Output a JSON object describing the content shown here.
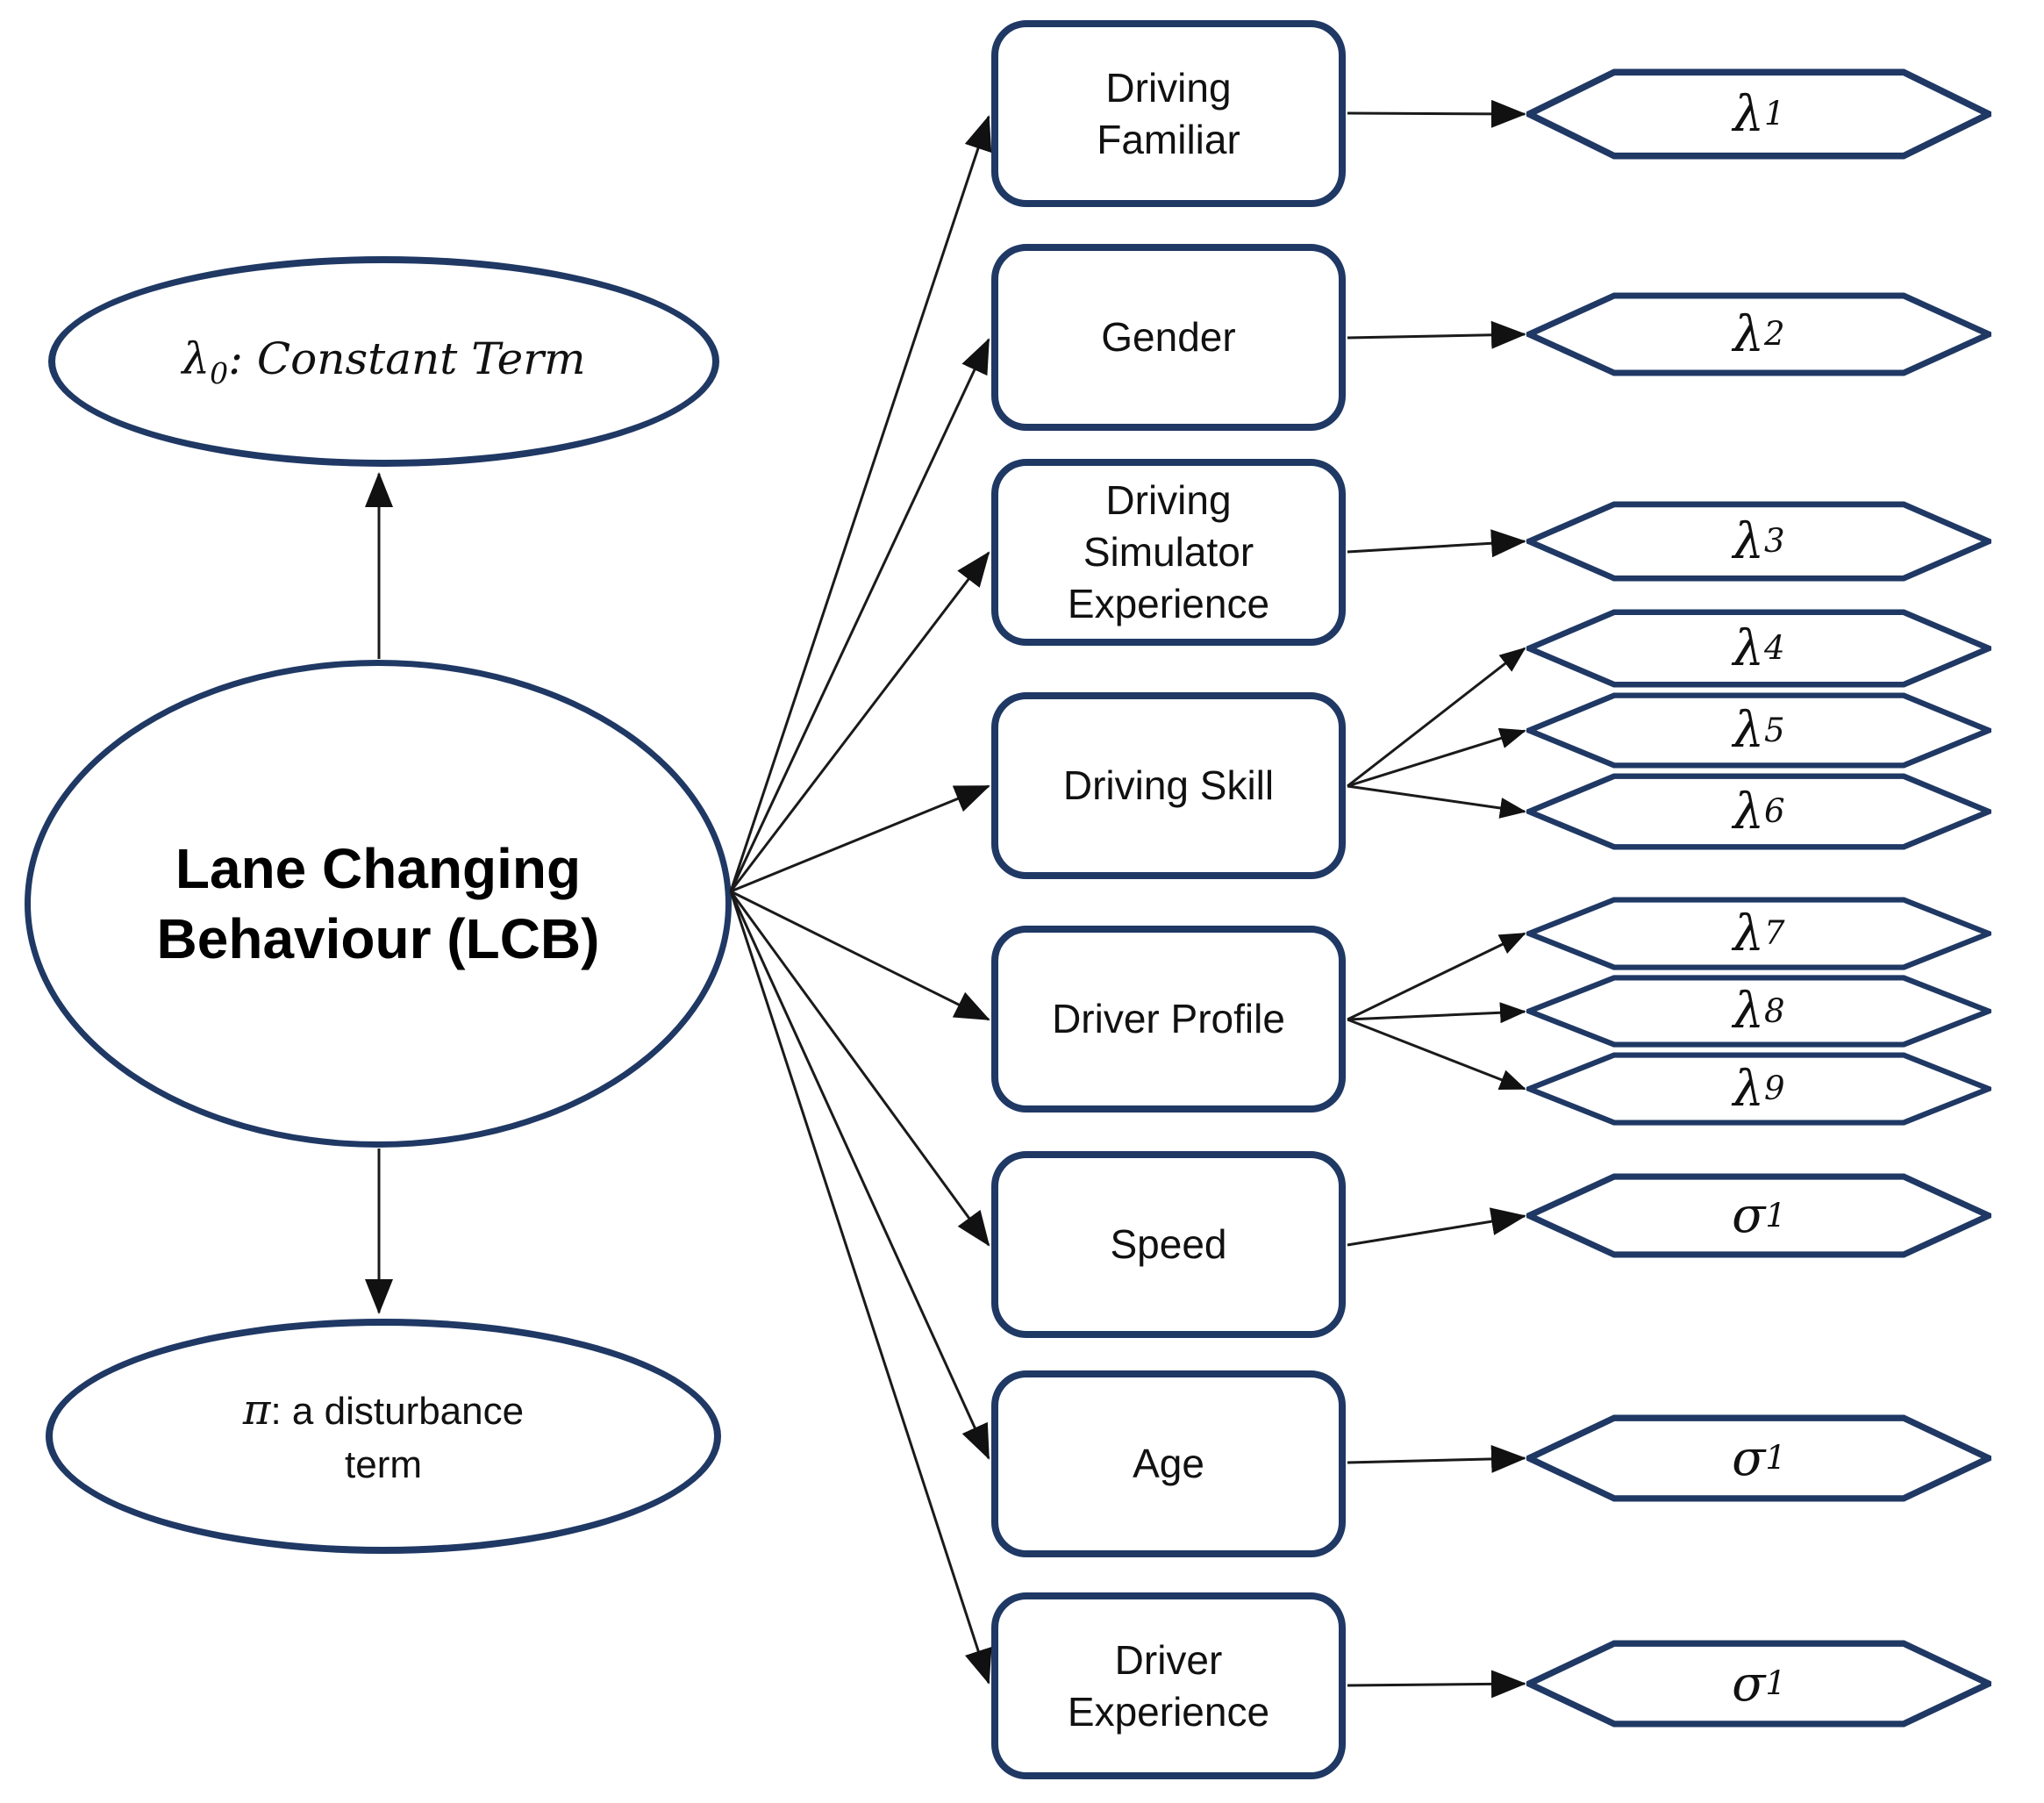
{
  "colors": {
    "node_border": "#1f3864",
    "arrow": "#1a1a1a",
    "background": "#ffffff",
    "text": "#000000"
  },
  "latent_nodes": {
    "constant_term": {
      "symbol": "λ",
      "sub": "0",
      "text": ": Constant Term"
    },
    "lcb": {
      "label": "Lane Changing Behaviour (LCB)"
    },
    "disturbance": {
      "symbol": "π",
      "text": ": a disturbance term"
    }
  },
  "observed_variables": [
    {
      "label": "Driving Familiar"
    },
    {
      "label": "Gender"
    },
    {
      "label": "Driving Simulator Experience"
    },
    {
      "label": "Driving Skill"
    },
    {
      "label": "Driver Profile"
    },
    {
      "label": "Speed"
    },
    {
      "label": "Age"
    },
    {
      "label": "Driver Experience"
    }
  ],
  "parameters": [
    {
      "symbol": "λ",
      "sub": "1",
      "source": "Driving Familiar"
    },
    {
      "symbol": "λ",
      "sub": "2",
      "source": "Gender"
    },
    {
      "symbol": "λ",
      "sub": "3",
      "source": "Driving Simulator Experience"
    },
    {
      "symbol": "λ",
      "sub": "4",
      "source": "Driving Skill"
    },
    {
      "symbol": "λ",
      "sub": "5",
      "source": "Driving Skill"
    },
    {
      "symbol": "λ",
      "sub": "6",
      "source": "Driving Skill"
    },
    {
      "symbol": "λ",
      "sub": "7",
      "source": "Driver Profile"
    },
    {
      "symbol": "λ",
      "sub": "8",
      "source": "Driver Profile"
    },
    {
      "symbol": "λ",
      "sub": "9",
      "source": "Driver Profile"
    },
    {
      "symbol": "σ",
      "sub": "1",
      "source": "Speed"
    },
    {
      "symbol": "σ",
      "sub": "1",
      "source": "Age"
    },
    {
      "symbol": "σ",
      "sub": "1",
      "source": "Driver Experience"
    }
  ]
}
